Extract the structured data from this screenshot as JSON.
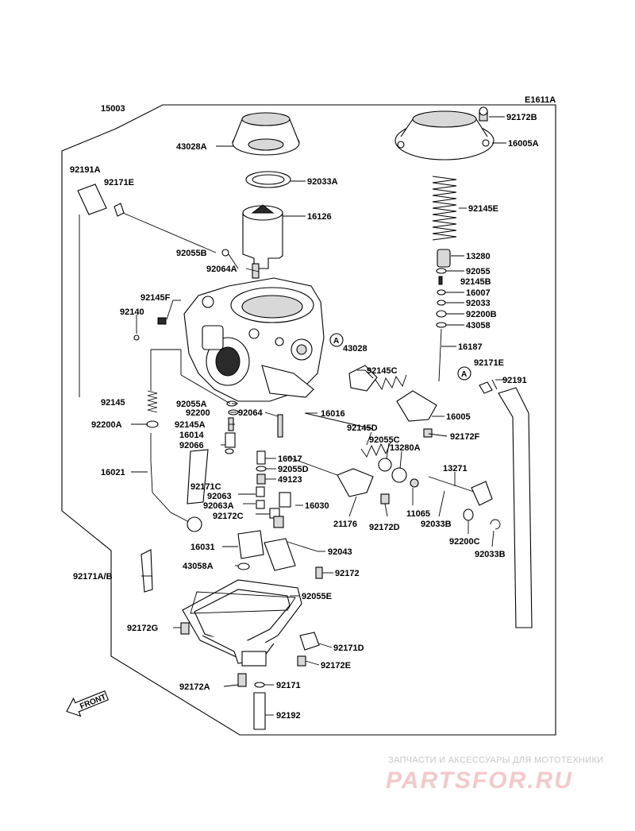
{
  "diagram": {
    "code": "E1611A",
    "front_label": "FRONT",
    "callout_marker": "A",
    "labels": [
      "15003",
      "92191A",
      "92171E",
      "43028A",
      "92033A",
      "16126",
      "92055B",
      "92064A",
      "92145F",
      "92140",
      "92145",
      "92200A",
      "16021",
      "92171A/B",
      "92172B",
      "16005A",
      "92145E",
      "13280",
      "92055",
      "92145B",
      "16007",
      "92033",
      "92200B",
      "43058",
      "16187",
      "43028",
      "92145C",
      "16005",
      "92171E",
      "92191",
      "92172F",
      "16016",
      "92145D",
      "92055C",
      "13280A",
      "13271",
      "92055A",
      "92200",
      "92064",
      "92145A",
      "16014",
      "92066",
      "16017",
      "92055D",
      "49123",
      "92171C",
      "92063",
      "92063A",
      "92172C",
      "16030",
      "21176",
      "92172D",
      "11065",
      "92033B",
      "92200C",
      "92033B",
      "16031",
      "92043",
      "43058A",
      "92172",
      "92055E",
      "92172G",
      "92171D",
      "92172E",
      "92172A",
      "92171",
      "92192"
    ]
  },
  "watermark": {
    "subtitle": "ЗАПЧАСТИ И АКСЕССУАРЫ ДЛЯ МОТОТЕХНИКИ",
    "logo": "PARTSFOR.RU"
  },
  "icons": {
    "front_arrow": "front-arrow-icon",
    "callout": "callout-a-icon"
  }
}
